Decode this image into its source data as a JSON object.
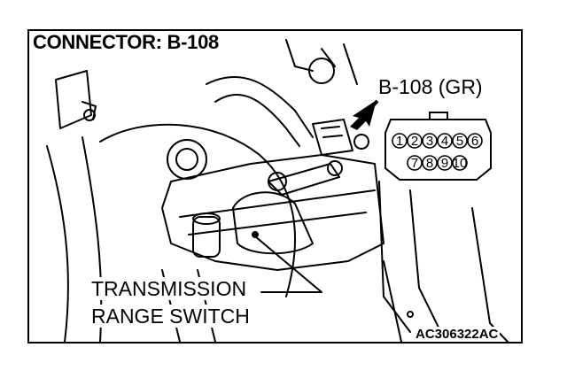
{
  "header": {
    "title": "CONNECTOR: B-108"
  },
  "callout": {
    "connector_label": "B-108 (GR)"
  },
  "component": {
    "line1": "TRANSMISSION",
    "line2": "RANGE SWITCH"
  },
  "figure_code": "AC306322AC",
  "connector_pins": {
    "top_row": [
      "1",
      "2",
      "3",
      "4",
      "5",
      "6"
    ],
    "bottom_row": [
      "7",
      "8",
      "9",
      "10"
    ]
  },
  "colors": {
    "ink": "#000000",
    "paper": "#ffffff"
  }
}
